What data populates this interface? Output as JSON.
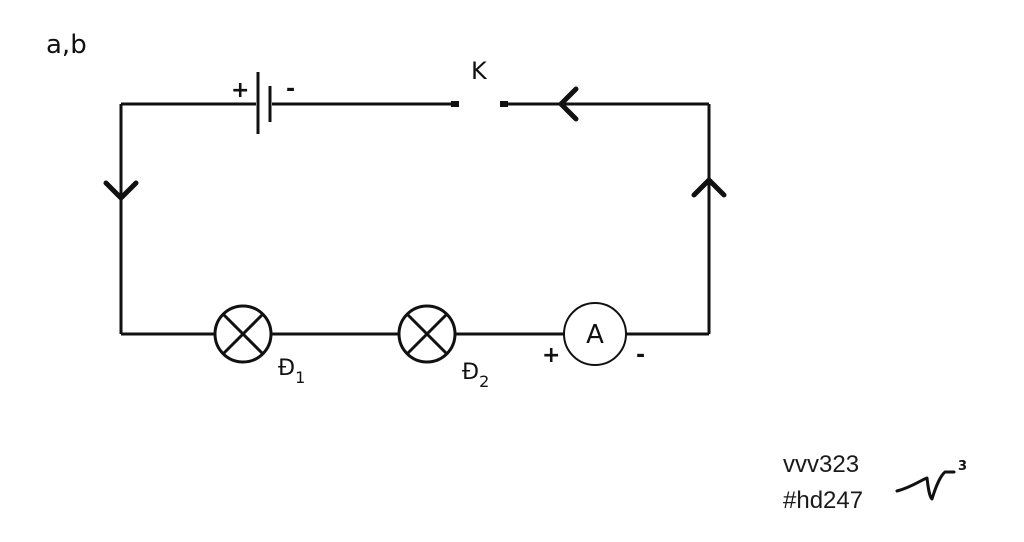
{
  "part_label": "a,b",
  "switch_label": "K",
  "battery": {
    "positive": "+",
    "negative": "-"
  },
  "lamps": [
    {
      "letter": "Đ",
      "index": "1"
    },
    {
      "letter": "Đ",
      "index": "2"
    }
  ],
  "ammeter": {
    "symbol": "A",
    "positive": "+",
    "negative": "-"
  },
  "watermark": {
    "line1": "vvv323",
    "line2": "#hd247",
    "signature_mark": "3"
  },
  "colors": {
    "wire": "#111111",
    "background": "#ffffff"
  }
}
